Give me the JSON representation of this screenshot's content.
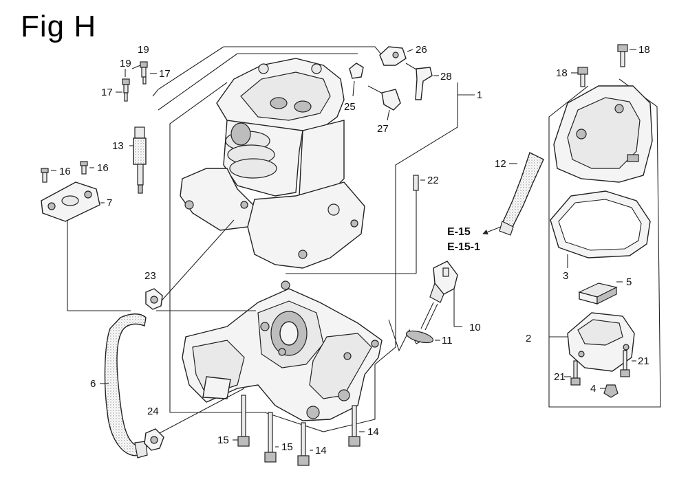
{
  "figure": {
    "title": "Fig H"
  },
  "callouts": [
    {
      "id": "c1",
      "text": "1"
    },
    {
      "id": "c2",
      "text": "2"
    },
    {
      "id": "c3",
      "text": "3"
    },
    {
      "id": "c4",
      "text": "4"
    },
    {
      "id": "c5",
      "text": "5"
    },
    {
      "id": "c6",
      "text": "6"
    },
    {
      "id": "c7",
      "text": "7"
    },
    {
      "id": "c10",
      "text": "10"
    },
    {
      "id": "c11",
      "text": "11"
    },
    {
      "id": "c12",
      "text": "12"
    },
    {
      "id": "c13",
      "text": "13"
    },
    {
      "id": "c14a",
      "text": "14"
    },
    {
      "id": "c14b",
      "text": "14"
    },
    {
      "id": "c15a",
      "text": "15"
    },
    {
      "id": "c15b",
      "text": "15"
    },
    {
      "id": "c16a",
      "text": "16"
    },
    {
      "id": "c16b",
      "text": "16"
    },
    {
      "id": "c17a",
      "text": "17"
    },
    {
      "id": "c17b",
      "text": "17"
    },
    {
      "id": "c18a",
      "text": "18"
    },
    {
      "id": "c18b",
      "text": "18"
    },
    {
      "id": "c19a",
      "text": "19"
    },
    {
      "id": "c19b",
      "text": "19"
    },
    {
      "id": "c21a",
      "text": "21"
    },
    {
      "id": "c21b",
      "text": "21"
    },
    {
      "id": "c22",
      "text": "22"
    },
    {
      "id": "c23",
      "text": "23"
    },
    {
      "id": "c24",
      "text": "24"
    },
    {
      "id": "c25",
      "text": "25"
    },
    {
      "id": "c26",
      "text": "26"
    },
    {
      "id": "c27",
      "text": "27"
    },
    {
      "id": "c28",
      "text": "28"
    }
  ],
  "references": {
    "ref1": "E-15",
    "ref2": "E-15-1"
  }
}
